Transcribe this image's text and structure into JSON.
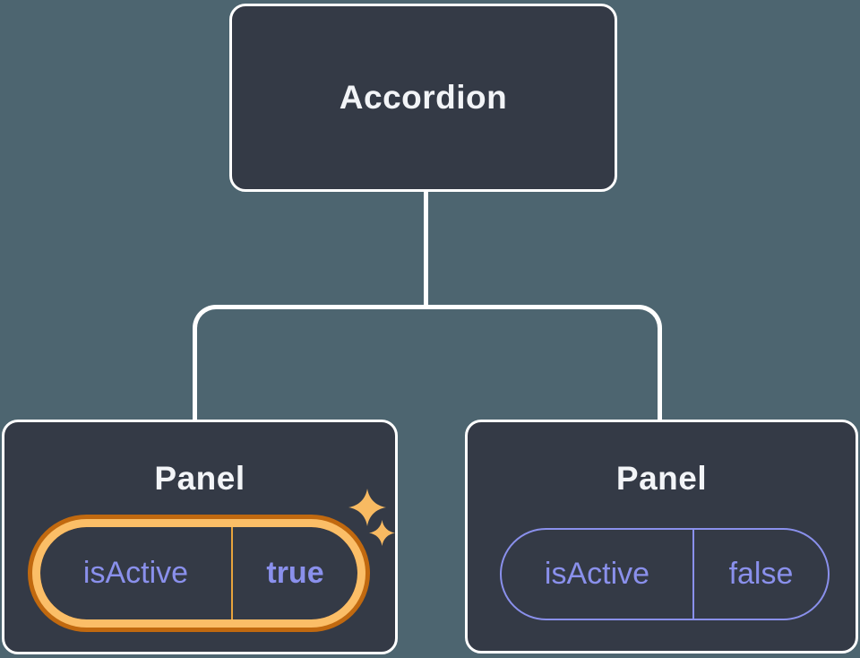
{
  "colors": {
    "background": "#4D6570",
    "card": "#343A46",
    "line": "#FFFFFF",
    "title": "#F2F4F7",
    "purple": "#8A90EC",
    "gold": "#FBBE67",
    "gold_deep": "#C1690F",
    "gold_divider": "#E8A33C",
    "sparkle": "#F8BA62"
  },
  "tree": {
    "root": {
      "label": "Accordion"
    },
    "panels": [
      {
        "label": "Panel",
        "state_name": "isActive",
        "state_value": "true",
        "highlighted": true
      },
      {
        "label": "Panel",
        "state_name": "isActive",
        "state_value": "false",
        "highlighted": false
      }
    ]
  }
}
